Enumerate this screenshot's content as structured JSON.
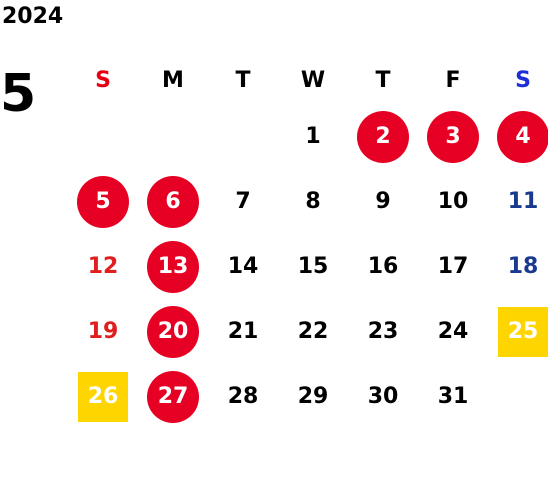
{
  "year": "2024",
  "month": "5",
  "weekdays": [
    "S",
    "M",
    "T",
    "W",
    "T",
    "F",
    "S"
  ],
  "colors": {
    "holiday_circle": "#e60023",
    "special_square": "#ffd500",
    "sunday_text": "#e01e1e",
    "saturday_text": "#1a3a8f",
    "default_text": "#000000"
  },
  "weeks": [
    [
      {
        "d": ""
      },
      {
        "d": ""
      },
      {
        "d": ""
      },
      {
        "d": "1"
      },
      {
        "d": "2",
        "mark": "circle"
      },
      {
        "d": "3",
        "mark": "circle"
      },
      {
        "d": "4",
        "mark": "circle"
      }
    ],
    [
      {
        "d": "5",
        "mark": "circle"
      },
      {
        "d": "6",
        "mark": "circle"
      },
      {
        "d": "7"
      },
      {
        "d": "8"
      },
      {
        "d": "9"
      },
      {
        "d": "10"
      },
      {
        "d": "11",
        "color": "blue"
      }
    ],
    [
      {
        "d": "12",
        "color": "red"
      },
      {
        "d": "13",
        "mark": "circle"
      },
      {
        "d": "14"
      },
      {
        "d": "15"
      },
      {
        "d": "16"
      },
      {
        "d": "17"
      },
      {
        "d": "18",
        "color": "blue"
      }
    ],
    [
      {
        "d": "19",
        "color": "red"
      },
      {
        "d": "20",
        "mark": "circle"
      },
      {
        "d": "21"
      },
      {
        "d": "22"
      },
      {
        "d": "23"
      },
      {
        "d": "24"
      },
      {
        "d": "25",
        "mark": "square"
      }
    ],
    [
      {
        "d": "26",
        "mark": "square"
      },
      {
        "d": "27",
        "mark": "circle"
      },
      {
        "d": "28"
      },
      {
        "d": "29"
      },
      {
        "d": "30"
      },
      {
        "d": "31"
      },
      {
        "d": ""
      }
    ]
  ]
}
